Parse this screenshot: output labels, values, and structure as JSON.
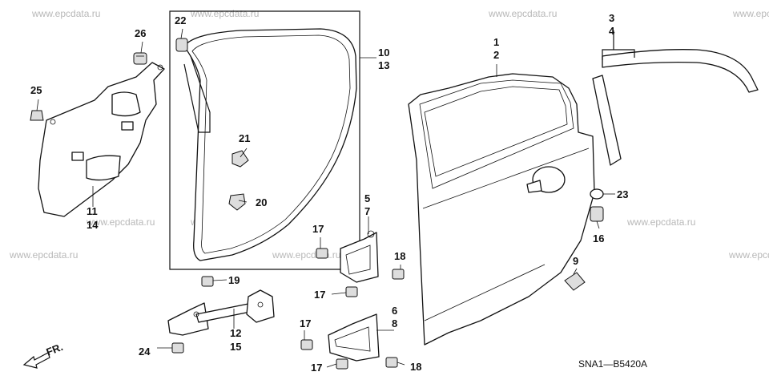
{
  "watermarks": [
    "www.epcdata.ru"
  ],
  "diagram_code": "SNA1—B5420A",
  "direction_label": "FR.",
  "callouts": {
    "c1": "1",
    "c2": "2",
    "c3": "3",
    "c4": "4",
    "c5": "5",
    "c6": "6",
    "c7": "7",
    "c8": "8",
    "c9": "9",
    "c10": "10",
    "c11": "11",
    "c12": "12",
    "c13": "13",
    "c14": "14",
    "c15": "15",
    "c16": "16",
    "c17": "17",
    "c18": "18",
    "c19": "19",
    "c20": "20",
    "c21": "21",
    "c22": "22",
    "c23": "23",
    "c24": "24",
    "c25": "25",
    "c26": "26"
  }
}
